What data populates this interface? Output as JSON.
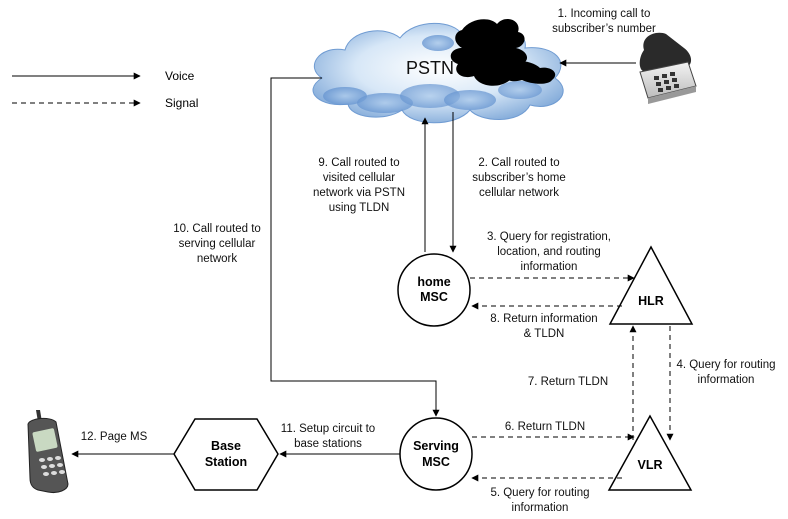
{
  "legend": {
    "voice": "Voice",
    "signal": "Signal"
  },
  "nodes": {
    "pstn": "PSTN",
    "home_msc": [
      "home",
      "MSC"
    ],
    "hlr": "HLR",
    "vlr": "VLR",
    "serving_msc": [
      "Serving",
      "MSC"
    ],
    "base_station": [
      "Base",
      "Station"
    ]
  },
  "steps": {
    "s1": [
      "1. Incoming call to",
      "subscriber’s number"
    ],
    "s2": [
      "2. Call routed to",
      "subscriber’s home",
      "cellular network"
    ],
    "s3": [
      "3. Query for registration,",
      "location, and routing",
      "information"
    ],
    "s4": [
      "4. Query for routing",
      "information"
    ],
    "s5": [
      "5. Query for routing",
      "information"
    ],
    "s6": [
      "6. Return TLDN"
    ],
    "s7": [
      "7. Return TLDN"
    ],
    "s8": [
      "8. Return information",
      "& TLDN"
    ],
    "s9": [
      "9. Call routed to",
      "visited cellular",
      "network via PSTN",
      "using TLDN"
    ],
    "s10": [
      "10. Call routed to",
      "serving cellular",
      "network"
    ],
    "s11": [
      "11. Setup circuit to",
      "base stations"
    ],
    "s12": [
      "12. Page MS"
    ]
  },
  "icons": [
    "telephone-icon",
    "mobile-phone-icon",
    "cloud-icon"
  ]
}
